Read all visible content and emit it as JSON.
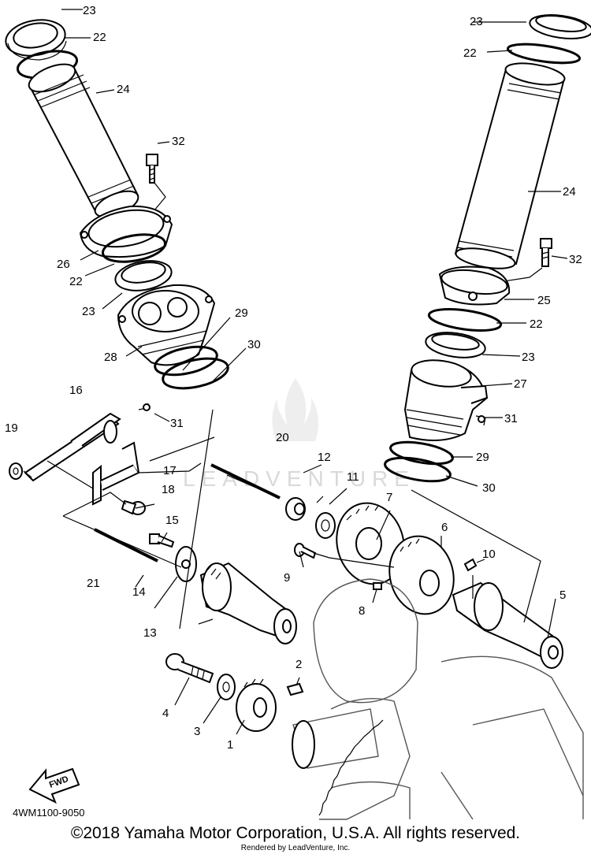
{
  "watermark": "LEADVENTURE",
  "fwd_label": "FWD",
  "diagram_code": "4WM1100-9050",
  "copyright": "©2018 Yamaha Motor Corporation, U.S.A. All rights reserved.",
  "rendered_by": "Rendered by LeadVenture, Inc.",
  "callouts": [
    "1",
    "2",
    "3",
    "4",
    "5",
    "6",
    "7",
    "8",
    "9",
    "10",
    "11",
    "12",
    "13",
    "14",
    "15",
    "16",
    "17",
    "18",
    "19",
    "20",
    "21",
    "22",
    "23",
    "24",
    "25",
    "26",
    "27",
    "28",
    "29",
    "30",
    "31",
    "32"
  ]
}
